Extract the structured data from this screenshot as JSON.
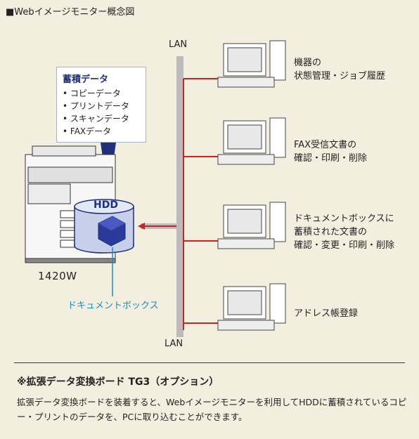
{
  "title": "■Webイメージモニター概念図",
  "lan_label": "LAN",
  "callout": {
    "heading": "蓄積データ",
    "items": [
      "コピーデータ",
      "プリントデータ",
      "スキャンデータ",
      "FAXデータ"
    ]
  },
  "hdd_label": "HDD",
  "model_label": "1420W",
  "box_label": "ドキュメントボックス",
  "pcs": [
    {
      "lines": [
        "機器の",
        "状態管理・ジョブ履歴"
      ]
    },
    {
      "lines": [
        "FAX受信文書の",
        "確認・印刷・削除"
      ]
    },
    {
      "lines": [
        "ドキュメントボックスに",
        "蓄積された文書の",
        "確認・変更・印刷・削除"
      ]
    },
    {
      "lines": [
        "アドレス帳登録"
      ]
    }
  ],
  "note": {
    "title": "※拡張データ変換ボード TG3（オプション）",
    "body": "拡張データ変換ボードを装着すると、Webイメージモニターを利用してHDDに蓄積されているコピー・プリントのデータを、PCに取り込むことができます。"
  },
  "colors": {
    "lan_line": "#cc2222",
    "lan_backbone": "#b9b9b9",
    "callout_accent": "#1f2f7a",
    "box_label": "#1a8cd0"
  }
}
